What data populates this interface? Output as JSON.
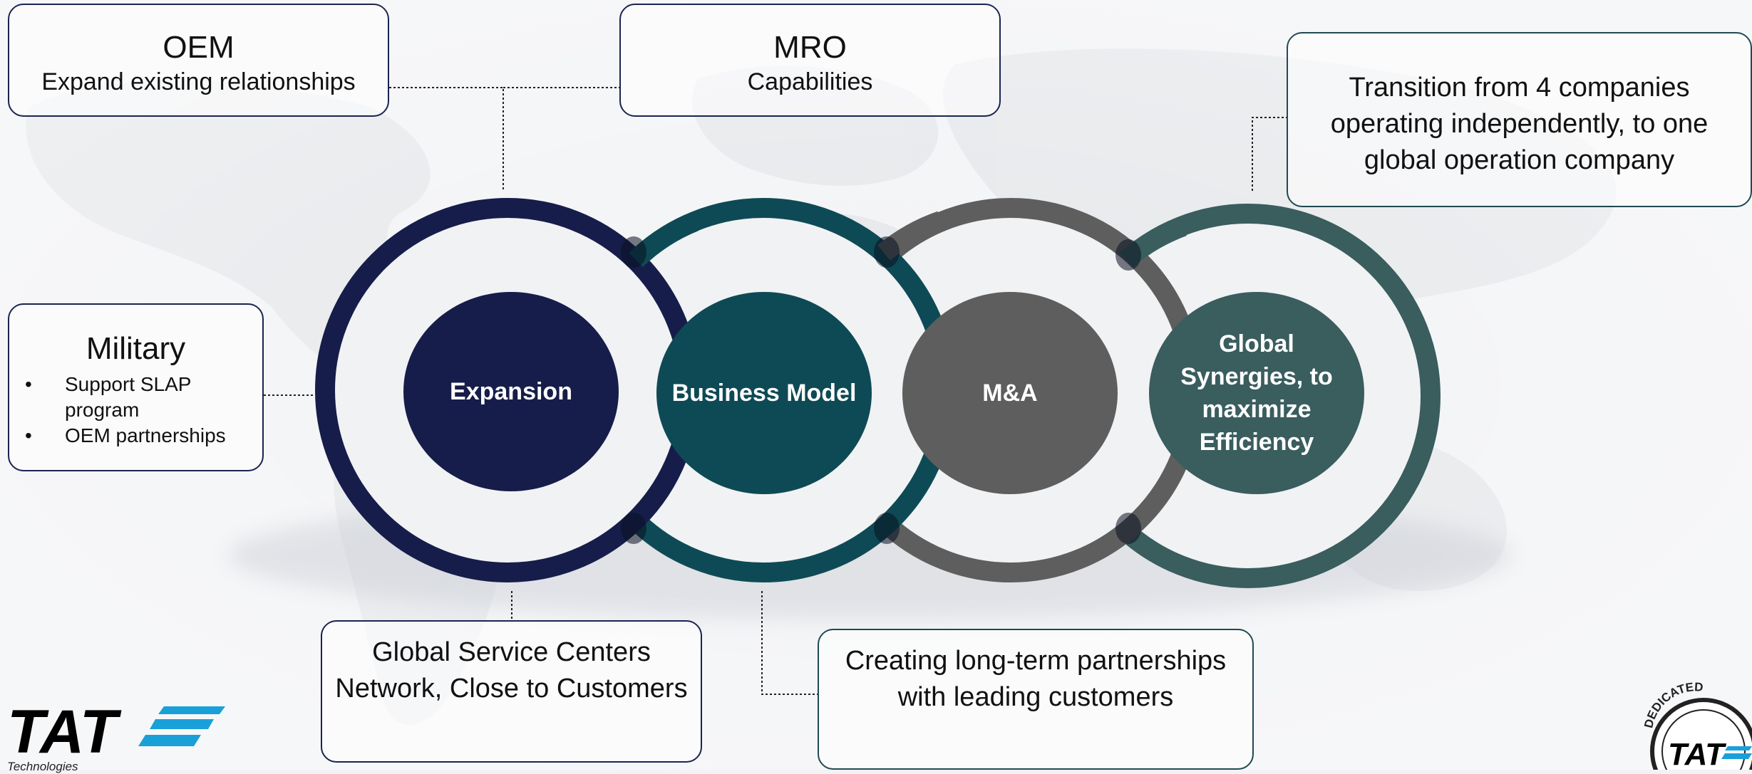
{
  "colors": {
    "navy": "#161d4a",
    "teal": "#0e4a55",
    "gray": "#5e5e5e",
    "slate": "#3a5d5e",
    "box_border": "#1a2450"
  },
  "hubs": [
    {
      "label": "Expansion",
      "color": "#161d4a"
    },
    {
      "label": "Business Model",
      "color": "#0e4a55"
    },
    {
      "label": "M&A",
      "color": "#5e5e5e"
    },
    {
      "label": "Global Synergies, to maximize Efficiency",
      "color": "#3a5d5e"
    }
  ],
  "callouts": {
    "oem": {
      "title": "OEM",
      "text": "Expand existing relationships"
    },
    "mro": {
      "title": "MRO",
      "text": "Capabilities"
    },
    "transition": {
      "text": "Transition from 4 companies operating independently, to one global operation company"
    },
    "military": {
      "title": "Military",
      "bullets": [
        "Support SLAP program",
        "OEM partnerships"
      ]
    },
    "service": {
      "text": "Global Service Centers Network, Close to Customers"
    },
    "partnerships": {
      "text": "Creating long-term partnerships with leading customers"
    }
  },
  "logo": {
    "name": "TAT",
    "subtitle": "Technologies"
  },
  "seal": {
    "top_text": "DEDICATED",
    "center": "TAT"
  }
}
